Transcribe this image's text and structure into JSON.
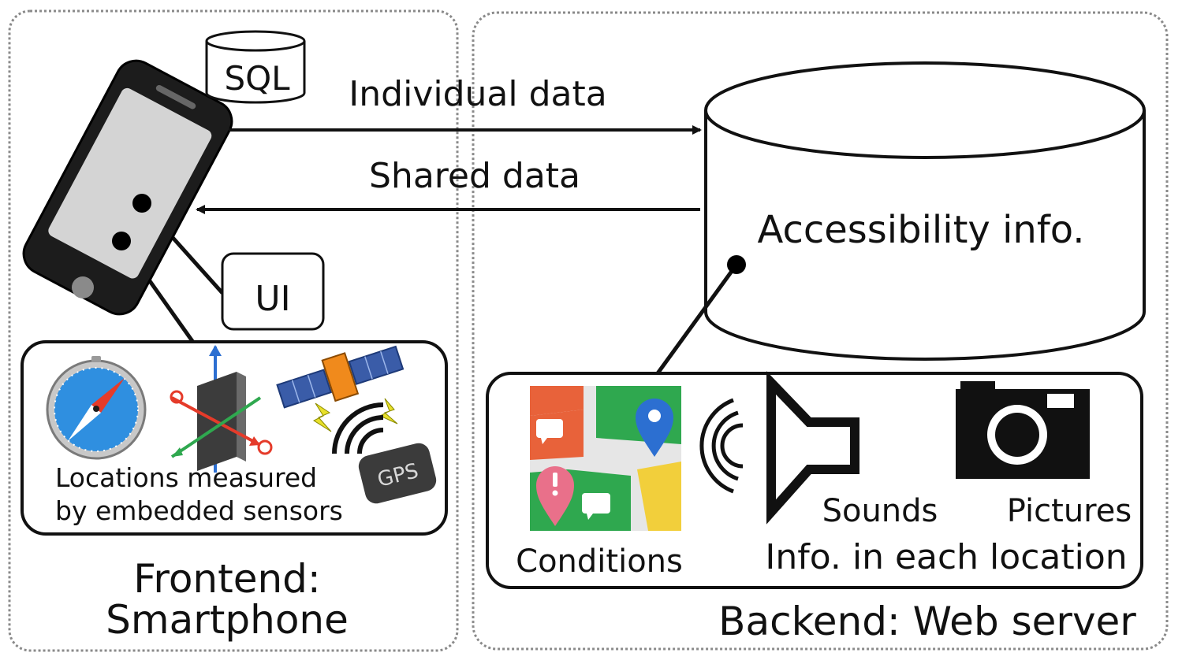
{
  "frontend": {
    "title_line1": "Frontend:",
    "title_line2": "Smartphone",
    "sql_label": "SQL",
    "ui_label": "UI",
    "sensors_line1": "Locations measured",
    "sensors_line2": "by embedded sensors",
    "gps_label": "GPS"
  },
  "arrows": {
    "upload_label": "Individual data",
    "download_label": "Shared data"
  },
  "backend": {
    "title": "Backend: Web server",
    "database_label": "Accessibility info.",
    "conditions_label": "Conditions",
    "sounds_label": "Sounds",
    "pictures_label": "Pictures",
    "location_info_label": "Info. in each location"
  },
  "colors": {
    "map_red": "#e8623a",
    "map_green": "#2fa84f",
    "map_yellow": "#f2cf3b",
    "map_gray": "#e6e6e6",
    "pin_blue": "#2c6fd1",
    "pin_pink": "#e9708a",
    "compass_blue": "#2f8fe0",
    "satellite_orange": "#f08a1c",
    "satellite_panel": "#3a5ca8",
    "phone_screen": "#d4d4d4"
  }
}
